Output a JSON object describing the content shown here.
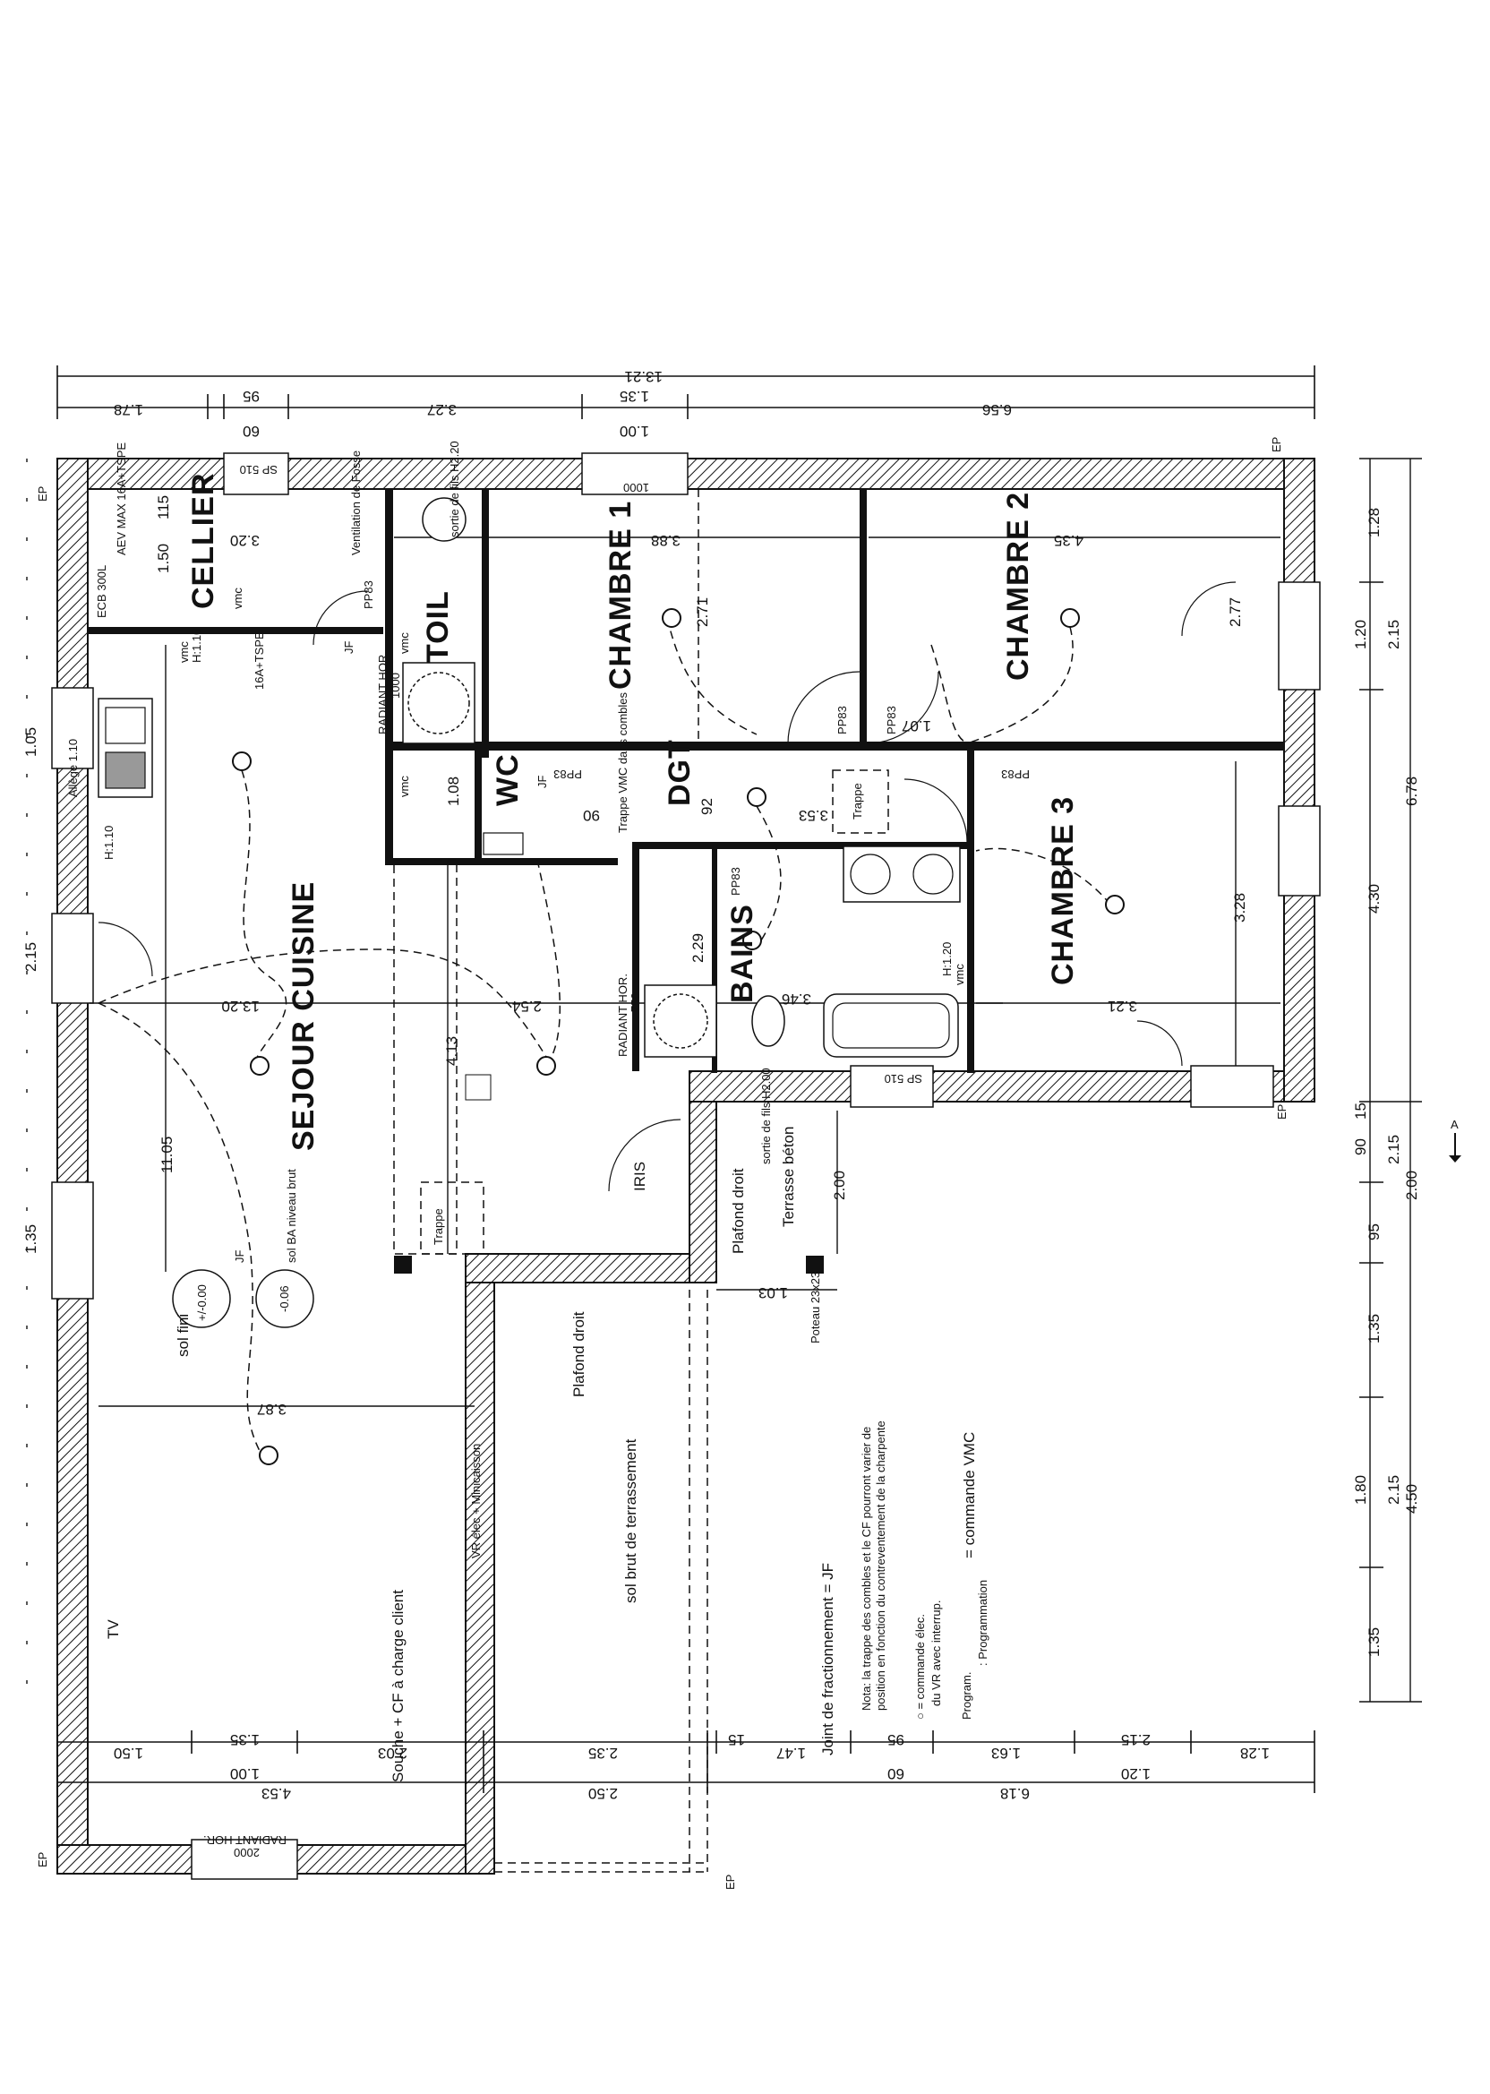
{
  "rooms": {
    "sejour": "SEJOUR CUISINE",
    "cellier": "CELLIER",
    "chambre1": "CHAMBRE 1",
    "chambre2": "CHAMBRE 2",
    "chambre3": "CHAMBRE 3",
    "bains": "BAINS",
    "wc": "WC",
    "dgt": "DGT",
    "toil": "TOIL"
  },
  "dims": {
    "top_overall": "13.21",
    "top_a": "1.78",
    "top_b": "95",
    "top_c": "60",
    "top_d": "3.27",
    "top_e": "1.35",
    "top_f": "1.00",
    "top_g": "6.56",
    "bot_a": "1.50",
    "bot_b": "1.35",
    "bot_c": "1.00",
    "bot_d": "2.03",
    "bot_e": "2.35",
    "bot_f": "15",
    "bot_g": "1.47",
    "bot_h": "95",
    "bot_i": "60",
    "bot_j": "1.63",
    "bot_k": "2.15",
    "bot_l": "1.20",
    "bot_m": "1.28",
    "bot2_a": "4.53",
    "bot2_b": "2.50",
    "bot2_c": "6.18",
    "right_a": "1.28",
    "right_b": "1.20",
    "right_c": "2.15",
    "right_d": "6.78",
    "right_e": "4.30",
    "right_f": "90",
    "right_g": "15",
    "right_h": "2.15",
    "right_i": "2.00",
    "right_j": "95",
    "right_k": "1.35",
    "right_l": "2.15",
    "right_m": "4.50",
    "right_n": "1.35",
    "right_o": "1.80",
    "left_a": "1.05",
    "left_b": "2.15",
    "left_c": "1.35",
    "in_320a": "3.20",
    "in_320b": "13.20",
    "in_1105": "11.05",
    "in_387": "3.87",
    "in_388": "3.88",
    "in_435": "4.35",
    "in_271": "2.71",
    "in_277": "2.77",
    "in_107": "1.07",
    "in_353": "3.53",
    "in_328": "3.28",
    "in_321": "3.21",
    "in_254": "2.54",
    "in_413": "4.13",
    "in_229": "2.29",
    "in_346": "3.46",
    "in_200": "2.00",
    "in_103": "1.03",
    "in_150": "1.50",
    "in_115": "115",
    "in_108": "1.08",
    "in_090": "90",
    "in_092": "92",
    "in_100top": "1000"
  },
  "labels": {
    "sp510_top": "SP 510",
    "sp510_bot": "SP 510",
    "ep": "EP",
    "pp83": "PP83",
    "vmc": "vmc",
    "jf": "JF",
    "allege": "Allège 1.10",
    "radiant_hor": "RADIANT HOR.",
    "radiant_2000": "2000",
    "radiant_1000": "1000",
    "radiant_750": "750",
    "ventilation": "Ventilation de Fosse",
    "sortie_fils": "sortie de fils H2.20",
    "sortie_fils2": "sortie de fils H2.00",
    "ecb": "ECB 300L",
    "aev": "AEV MAX 16A+TSPE",
    "iris": "IRIS",
    "trappe": "Trappe",
    "trappe_vmc": "Trappe VMC dans combles",
    "sol_fini": "sol fini",
    "sol_fini_val": "+/-0.00",
    "sol_ba": "sol BA niveau brut",
    "sol_ba_val": "-0.06",
    "souche": "Souche + CF à charge client",
    "vr_elec": "VR élec + Minicaisson",
    "tv": "TV",
    "plafond_droit_1": "Plafond droit",
    "plafond_droit_2": "Plafond droit",
    "terrasse": "Terrasse béton",
    "poteau": "Poteau 23x23",
    "sol_brut": "sol brut de terrassement",
    "joint": "Joint de fractionnement = JF",
    "note1": "Nota: la trappe des combles et le CF pourront varier de",
    "note2": "position en fonction du contreventement de la charpente",
    "legend_cmd": "○ = commande élec.",
    "legend_cmd2": "du VR avec interrup.",
    "legend_prog": "Program.",
    "legend_prog2": ": Programmation",
    "legend_vmc": "= commande VMC",
    "h120": "H:1.20",
    "h110": "H:1.10",
    "h_16a": "16A+TSPE",
    "north": "A"
  }
}
